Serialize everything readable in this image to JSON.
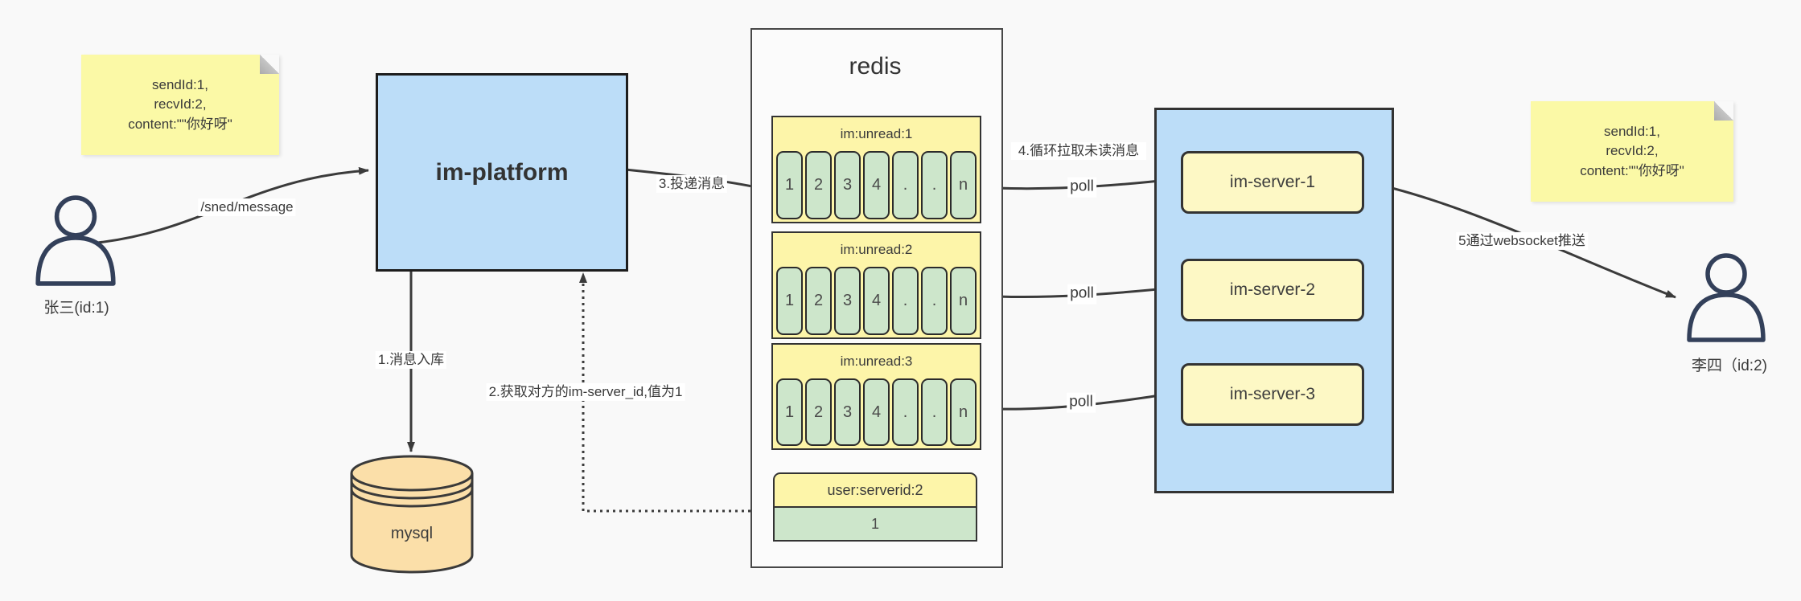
{
  "notes": {
    "left": {
      "lines": [
        "sendId:1,",
        "recvId:2,",
        "content:\"\"你好呀\""
      ]
    },
    "right": {
      "lines": [
        "sendId:1,",
        "recvId:2,",
        "content:\"\"你好呀\""
      ]
    }
  },
  "actors": {
    "sender": {
      "label": "张三(id:1)"
    },
    "receiver": {
      "label": "李四（id:2)"
    }
  },
  "platform": {
    "label": "im-platform"
  },
  "database": {
    "label": "mysql"
  },
  "redis": {
    "title": "redis",
    "queues": [
      {
        "name": "im:unread:1",
        "cells": [
          "1",
          "2",
          "3",
          "4",
          ".",
          ".",
          "n"
        ]
      },
      {
        "name": "im:unread:2",
        "cells": [
          "1",
          "2",
          "3",
          "4",
          ".",
          ".",
          "n"
        ]
      },
      {
        "name": "im:unread:3",
        "cells": [
          "1",
          "2",
          "3",
          "4",
          ".",
          ".",
          "n"
        ]
      }
    ],
    "kv": {
      "key": "user:serverid:2",
      "value": "1"
    }
  },
  "servers": {
    "labels": [
      "im-server-1",
      "im-server-2",
      "im-server-3"
    ]
  },
  "edges": {
    "send": "/sned/message",
    "store": "1.消息入库",
    "lookup": "2.获取对方的im-server_id,值为1",
    "deliver": "3.投递消息",
    "poll_loop": "4.循环拉取未读消息",
    "poll": "poll",
    "push": "5通过websocket推送"
  },
  "colors": {
    "background": "#F9F9F9",
    "node_blue": "#BCDDF8",
    "note_yellow": "#FBF9A6",
    "queue_yellow": "#FDF5A9",
    "server_yellow": "#FDF8C5",
    "cell_green": "#CDE6CB",
    "db_tan": "#FBDFA9",
    "arrow": "#3B3B3B",
    "person": "#33405A"
  }
}
